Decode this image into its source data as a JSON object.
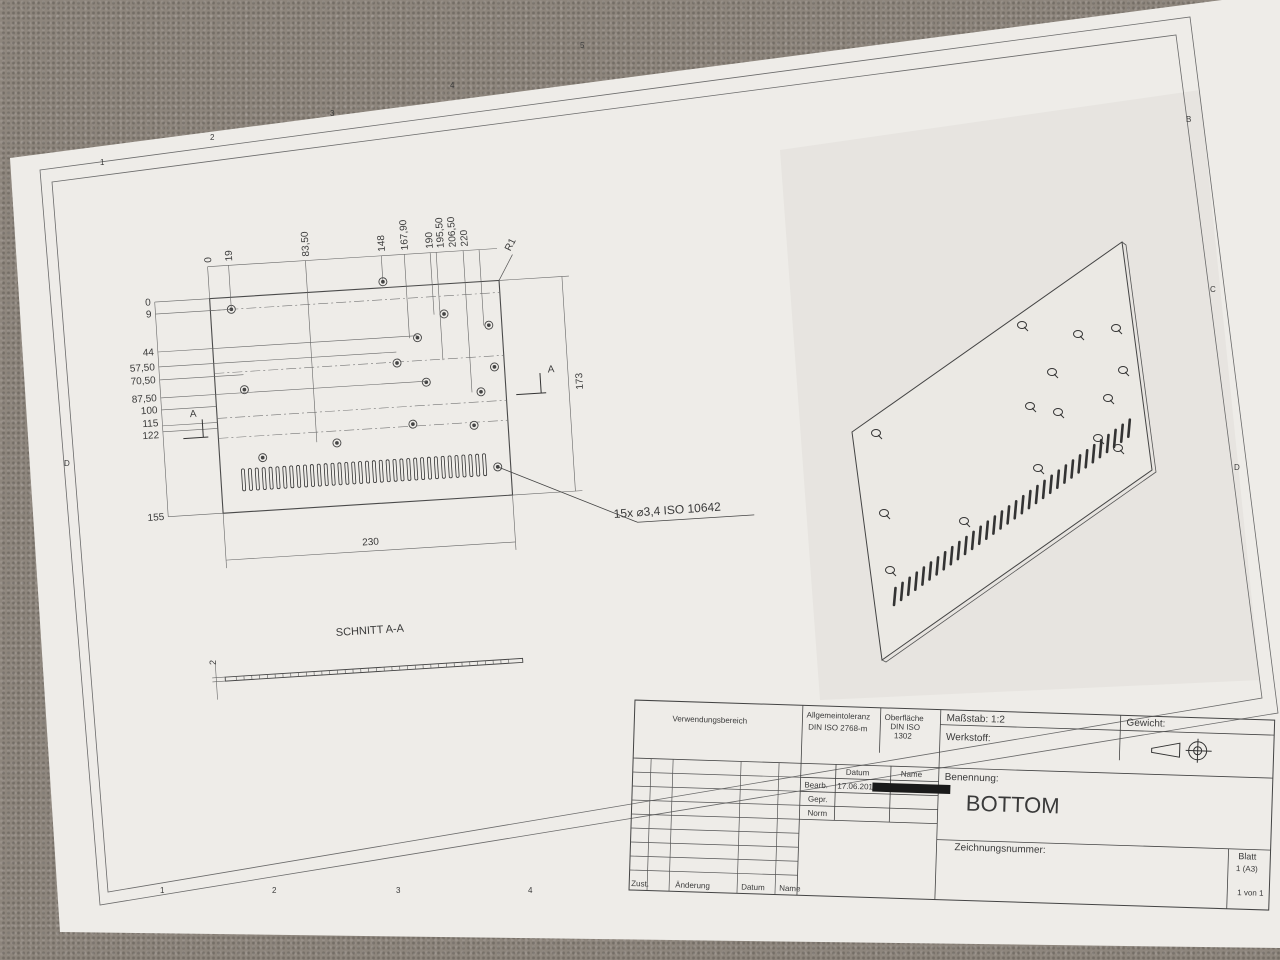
{
  "drawing": {
    "zone_numbers_top": [
      "1",
      "2",
      "3",
      "4",
      "5"
    ],
    "zone_numbers_bottom": [
      "1",
      "2",
      "3",
      "4"
    ],
    "zone_letters_right": [
      "B",
      "C",
      "D"
    ],
    "zone_letters_left": [
      "D"
    ],
    "top_dimensions": [
      "0",
      "19",
      "83,50",
      "148",
      "167,90",
      "190",
      "195,50",
      "206,50",
      "220"
    ],
    "left_dimensions": [
      "0",
      "9",
      "44",
      "57,50",
      "70,50",
      "87,50",
      "100",
      "115",
      "122",
      "155"
    ],
    "radius_label": "R1",
    "height_dim": "173",
    "width_dim": "230",
    "hole_callout": "15x ⌀3,4 ISO 10642",
    "section_marker": "A",
    "section_title": "SCHNITT A-A",
    "section_thickness": "2"
  },
  "title_block": {
    "usage_label": "Verwendungsbereich",
    "tolerance_label": "Allgemeintoleranz",
    "tolerance_value": "DIN ISO 2768-m",
    "surface_label": "Oberfläche",
    "surface_value_1": "DIN ISO",
    "surface_value_2": "1302",
    "scale": "Maßstab: 1:2",
    "weight_label": "Gewicht:",
    "material_label": "Werkstoff:",
    "col_date": "Datum",
    "col_name": "Name",
    "row_bearb": "Bearb.",
    "row_bearb_date": "17.06.2018",
    "row_gepr": "Gepr.",
    "row_norm": "Norm",
    "title_label": "Benennung:",
    "title_value": "BOTTOM",
    "drawing_number_label": "Zeichnungsnummer:",
    "sheet_label": "Blatt",
    "sheet_value": "1 (A3)",
    "sheet_of": "1 von 1",
    "rev_zust": "Zust.",
    "rev_change": "Änderung",
    "rev_date": "Datum",
    "rev_name": "Name"
  }
}
